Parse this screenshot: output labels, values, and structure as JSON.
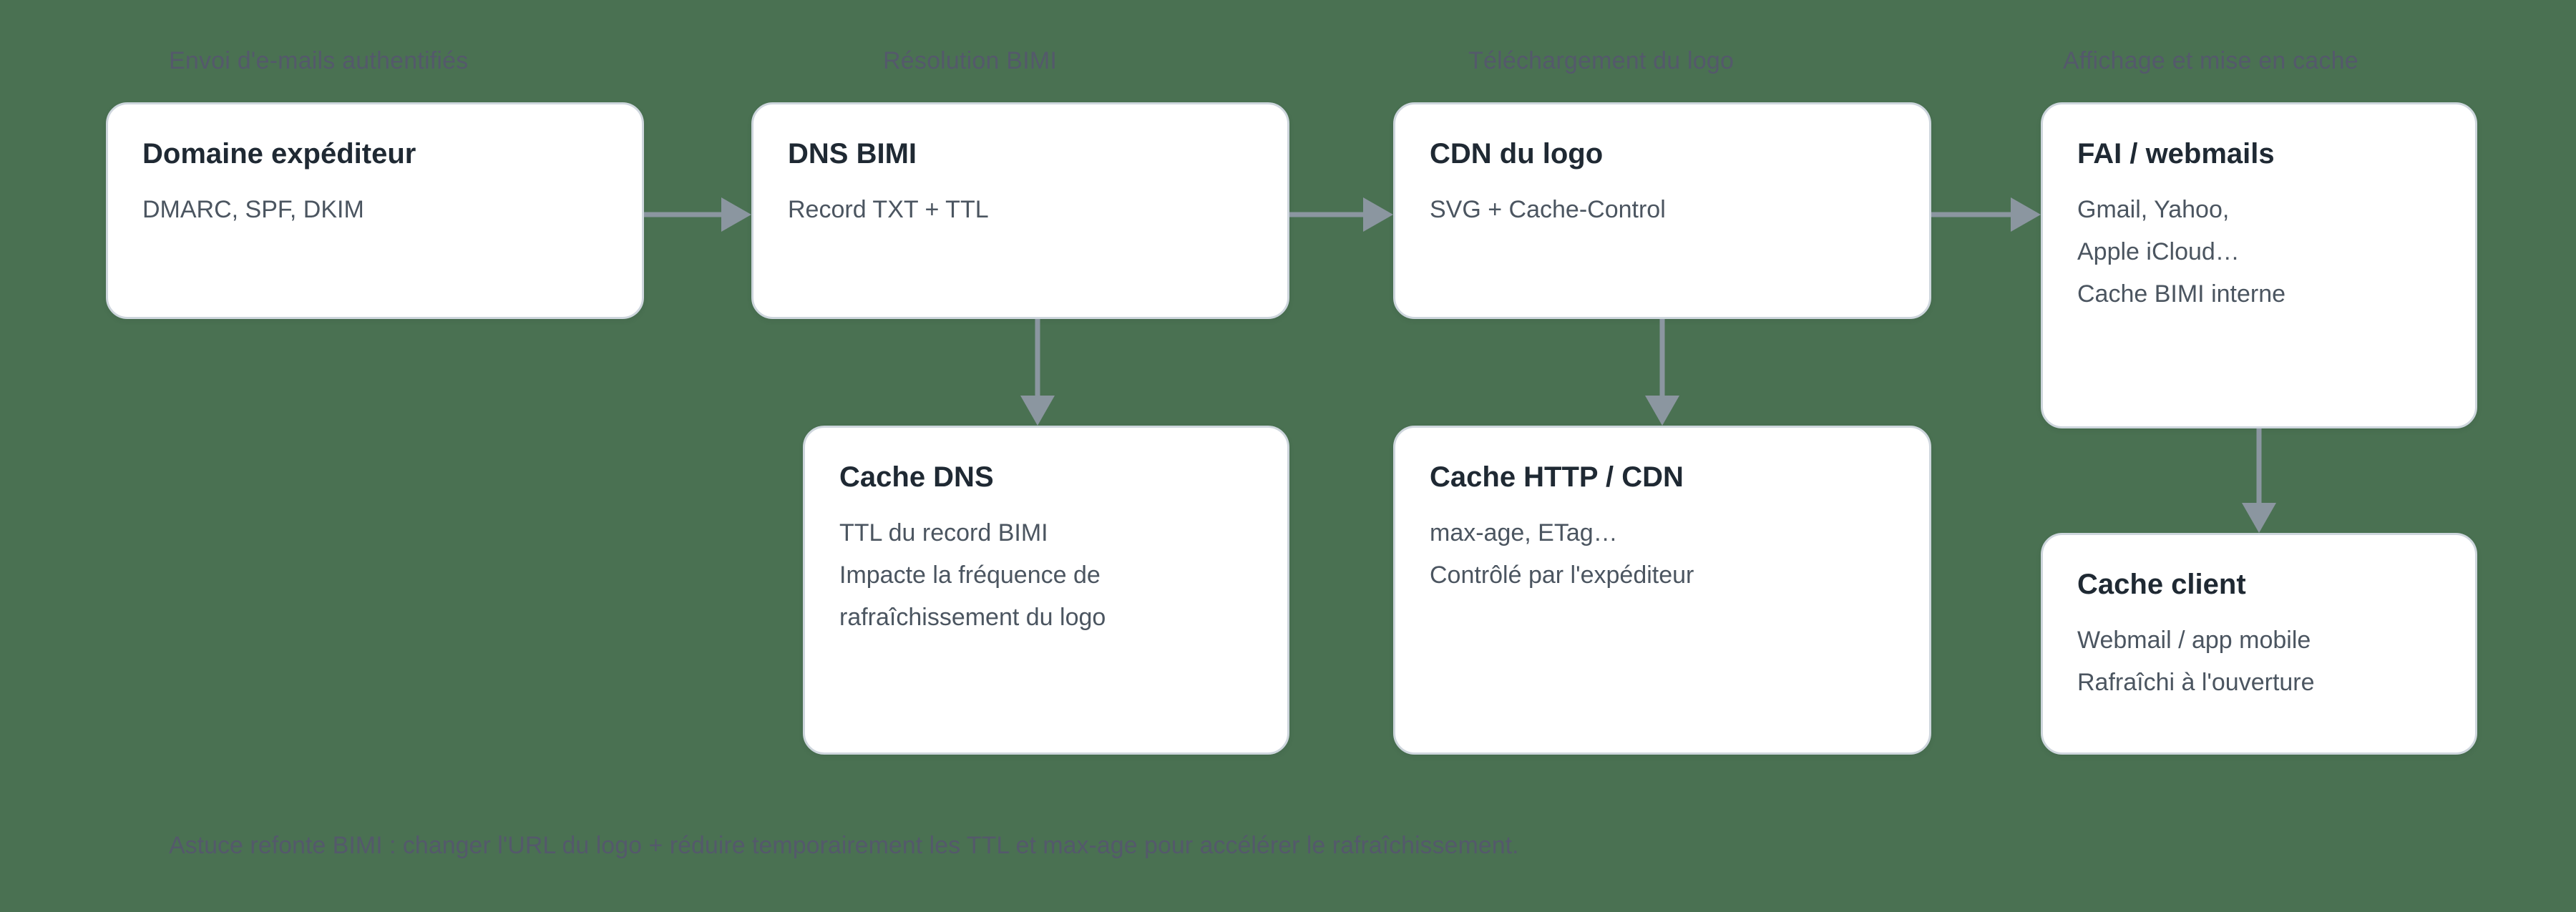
{
  "diagram": {
    "background_color": "#4a7152",
    "card_background": "#ffffff",
    "card_border_color": "#ced6dd",
    "arrow_color": "#8b96a0",
    "title_color": "#1f2933",
    "body_text_color": "#4b5560",
    "header_text_color": "#55586e"
  },
  "columns": [
    {
      "label": "Envoi d'e-mails authentifiés"
    },
    {
      "label": "Résolution BIMI"
    },
    {
      "label": "Téléchargement du logo"
    },
    {
      "label": "Affichage et mise en cache"
    }
  ],
  "nodes": {
    "domaine_expediteur": {
      "title": "Domaine expéditeur",
      "lines": [
        "DMARC, SPF, DKIM"
      ]
    },
    "dns_bimi": {
      "title": "DNS BIMI",
      "lines": [
        "Record TXT + TTL"
      ]
    },
    "cdn_logo": {
      "title": "CDN du logo",
      "lines": [
        "SVG + Cache-Control"
      ]
    },
    "fai_webmails": {
      "title": "FAI / webmails",
      "lines": [
        "Gmail, Yahoo,",
        "Apple iCloud…",
        "Cache BIMI interne"
      ]
    },
    "cache_dns": {
      "title": "Cache DNS",
      "lines": [
        "TTL du record BIMI",
        "Impacte la fréquence de",
        "rafraîchissement du logo"
      ]
    },
    "cache_http_cdn": {
      "title": "Cache HTTP / CDN",
      "lines": [
        "max-age, ETag…",
        "Contrôlé par l'expéditeur"
      ]
    },
    "cache_client": {
      "title": "Cache client",
      "lines": [
        "Webmail / app mobile",
        "Rafraîchi à l'ouverture"
      ]
    }
  },
  "edges": [
    {
      "from": "domaine_expediteur",
      "to": "dns_bimi",
      "direction": "right"
    },
    {
      "from": "dns_bimi",
      "to": "cdn_logo",
      "direction": "right"
    },
    {
      "from": "cdn_logo",
      "to": "fai_webmails",
      "direction": "right"
    },
    {
      "from": "dns_bimi",
      "to": "cache_dns",
      "direction": "down"
    },
    {
      "from": "cdn_logo",
      "to": "cache_http_cdn",
      "direction": "down"
    },
    {
      "from": "fai_webmails",
      "to": "cache_client",
      "direction": "down"
    }
  ],
  "footer": {
    "note": "Astuce refonte BIMI : changer l'URL du logo + réduire temporairement les TTL et max-age pour accélérer le rafraîchissement."
  }
}
